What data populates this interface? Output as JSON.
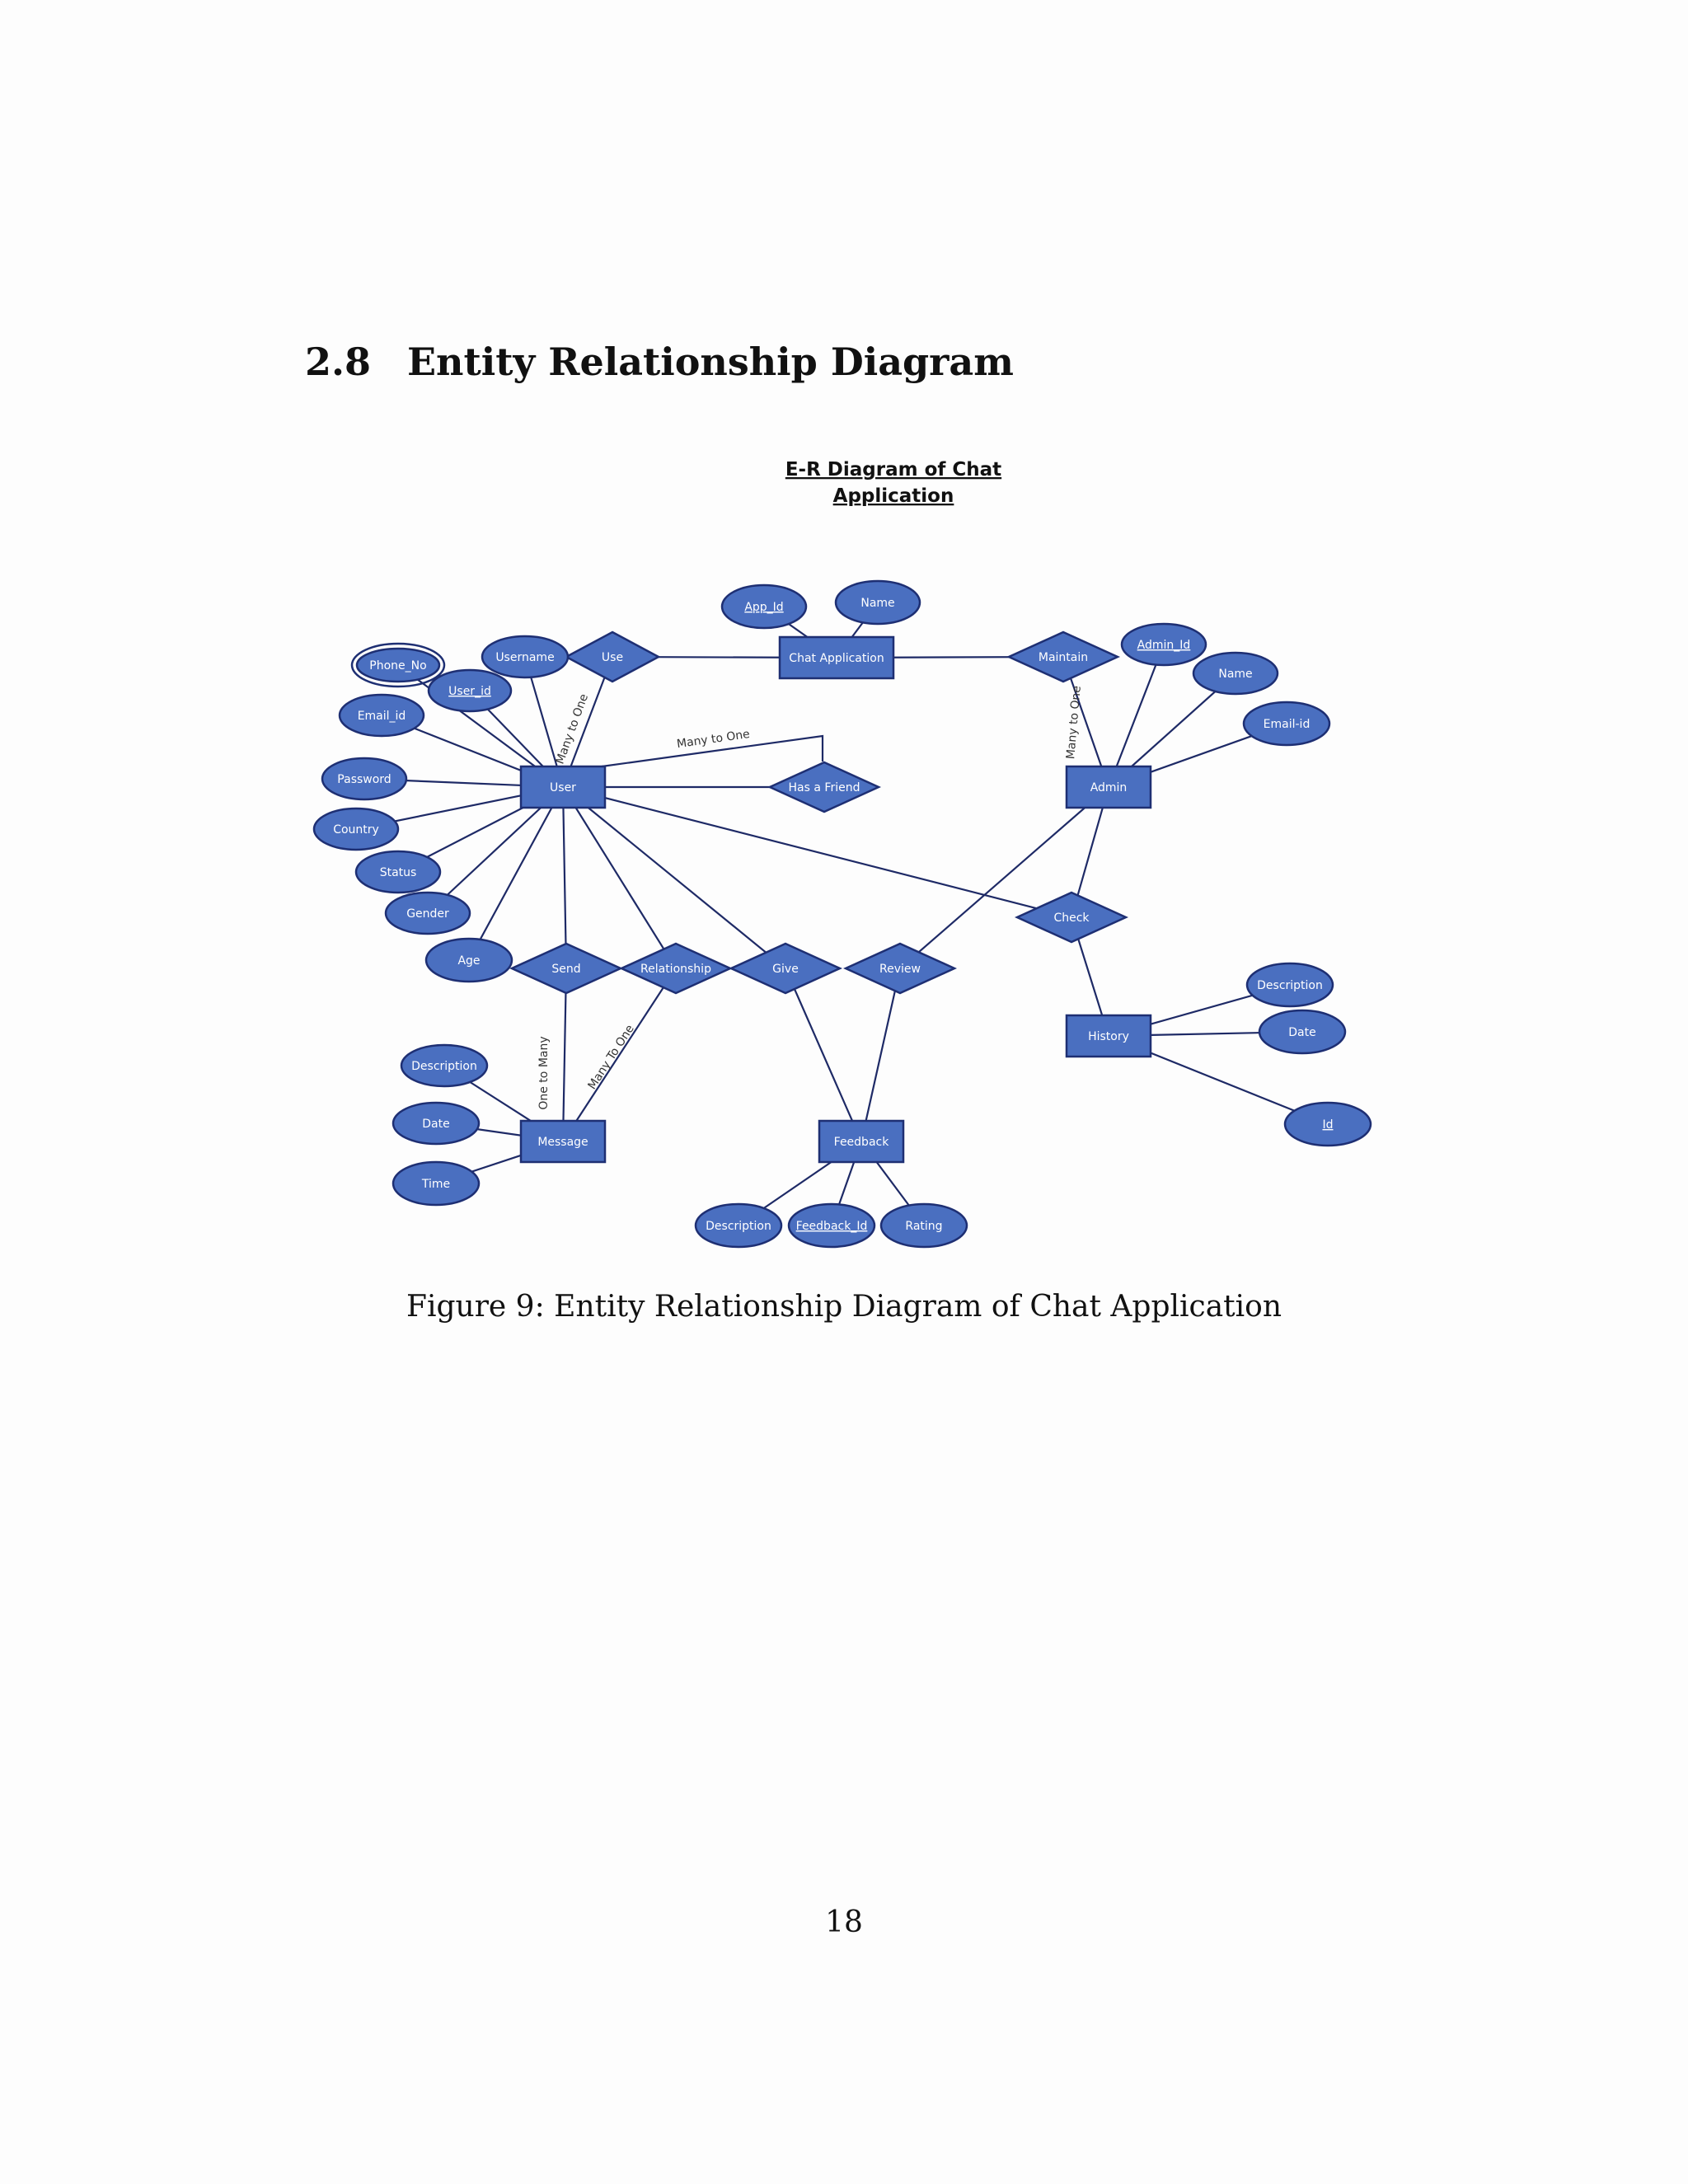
{
  "section": {
    "number": "2.8",
    "title": "Entity Relationship Diagram"
  },
  "diagram": {
    "title_lines": [
      "E-R Diagram of Chat",
      "Application"
    ],
    "colors": {
      "fill": "#4a6fc0",
      "stroke": "#1e2f73",
      "line": "#1e2a66",
      "text": "#ffffff"
    },
    "entities": [
      {
        "id": "user",
        "label": "User"
      },
      {
        "id": "chat",
        "label": "Chat Application"
      },
      {
        "id": "admin",
        "label": "Admin"
      },
      {
        "id": "message",
        "label": "Message"
      },
      {
        "id": "feedback",
        "label": "Feedback"
      },
      {
        "id": "history",
        "label": "History"
      }
    ],
    "relationships": [
      {
        "id": "use",
        "label": "Use"
      },
      {
        "id": "maintain",
        "label": "Maintain"
      },
      {
        "id": "friend",
        "label": "Has a Friend"
      },
      {
        "id": "check",
        "label": "Check"
      },
      {
        "id": "send",
        "label": "Send"
      },
      {
        "id": "relationship",
        "label": "Relationship"
      },
      {
        "id": "give",
        "label": "Give"
      },
      {
        "id": "review",
        "label": "Review"
      }
    ],
    "attributes": [
      {
        "id": "phone",
        "label": "Phone_No",
        "key": false,
        "multivalued": true
      },
      {
        "id": "username",
        "label": "Username",
        "key": false
      },
      {
        "id": "userid",
        "label": "User_id",
        "key": true
      },
      {
        "id": "emailid",
        "label": "Email_id",
        "key": false
      },
      {
        "id": "password",
        "label": "Password",
        "key": false
      },
      {
        "id": "country",
        "label": "Country",
        "key": false
      },
      {
        "id": "status",
        "label": "Status",
        "key": false
      },
      {
        "id": "gender",
        "label": "Gender",
        "key": false
      },
      {
        "id": "age",
        "label": "Age",
        "key": false
      },
      {
        "id": "appid",
        "label": "App_Id",
        "key": true
      },
      {
        "id": "appname",
        "label": "Name",
        "key": false
      },
      {
        "id": "adminid",
        "label": "Admin_Id",
        "key": true
      },
      {
        "id": "adminname",
        "label": "Name",
        "key": false
      },
      {
        "id": "adminemail",
        "label": "Email-id",
        "key": false
      },
      {
        "id": "msgdesc",
        "label": "Description",
        "key": false
      },
      {
        "id": "msgdate",
        "label": "Date",
        "key": false
      },
      {
        "id": "msgtime",
        "label": "Time",
        "key": false
      },
      {
        "id": "fbdesc",
        "label": "Description",
        "key": false
      },
      {
        "id": "fbid",
        "label": "Feedback_Id",
        "key": true
      },
      {
        "id": "rating",
        "label": "Rating",
        "key": false
      },
      {
        "id": "histdesc",
        "label": "Description",
        "key": false
      },
      {
        "id": "histdate",
        "label": "Date",
        "key": false
      },
      {
        "id": "histid",
        "label": "Id",
        "key": true
      }
    ],
    "edge_labels": [
      {
        "id": "e1",
        "text": "Many to One"
      },
      {
        "id": "e2",
        "text": "Many to One"
      },
      {
        "id": "e3",
        "text": "Many to One"
      },
      {
        "id": "e4",
        "text": "One to Many"
      },
      {
        "id": "e5",
        "text": "Many To One"
      }
    ]
  },
  "caption": "Figure 9: Entity Relationship Diagram of Chat Application",
  "page_number": "18"
}
